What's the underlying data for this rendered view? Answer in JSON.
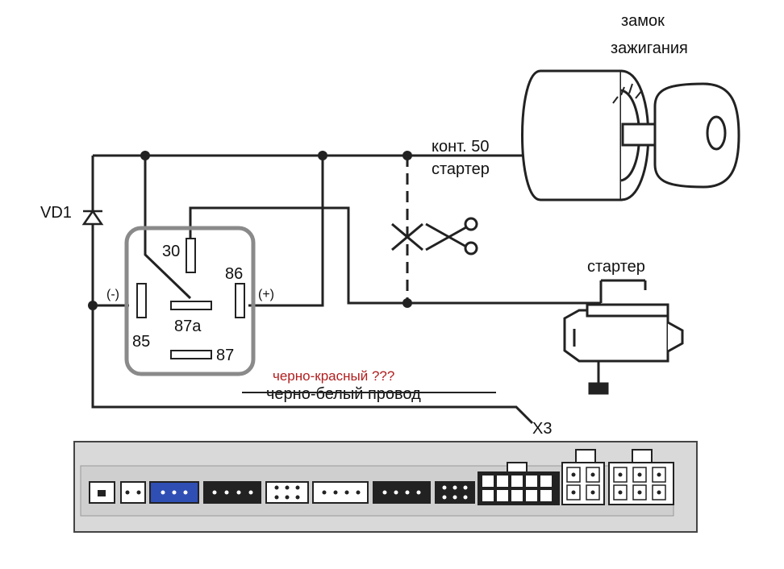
{
  "labels": {
    "ignition_line1": "замок",
    "ignition_line2": "зажигания",
    "contact_line1": "конт. 50",
    "contact_line2": "стартер",
    "starter": "стартер",
    "diode": "VD1",
    "minus": "(-)",
    "plus": "(+)",
    "pin_30": "30",
    "pin_86": "86",
    "pin_87a": "87a",
    "pin_85": "85",
    "pin_87": "87",
    "wire_new": "черно-красный ???",
    "wire_old": "черно-белый провод",
    "connector": "X3"
  },
  "colors": {
    "wire": "#222222",
    "relay_border": "#8a8a8a",
    "annotation_red": "#b21e1e",
    "unit_body": "#d9d9d9",
    "connector_blue": "#2f4fb5"
  },
  "icons": {
    "scissors": "scissors-icon",
    "diode": "diode-symbol",
    "ignition": "ignition-lock-icon",
    "starter": "starter-motor-icon"
  }
}
